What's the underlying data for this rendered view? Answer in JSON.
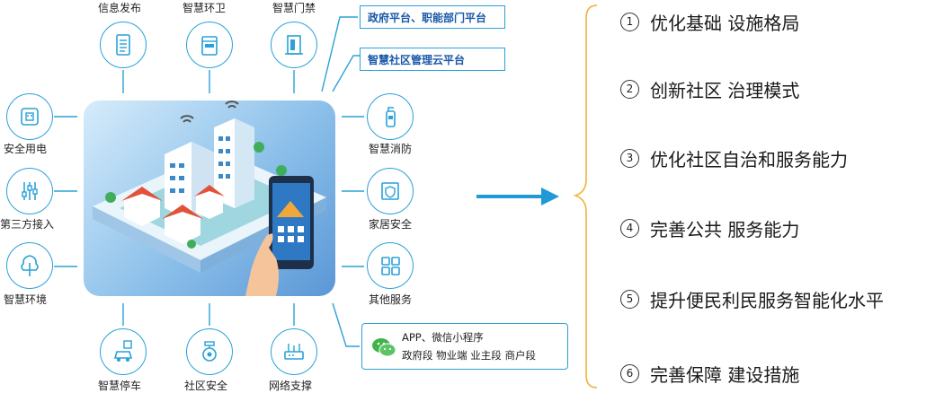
{
  "services": {
    "top": [
      {
        "label": "信息发布",
        "icon": "document-icon"
      },
      {
        "label": "智慧环卫",
        "icon": "sanitation-icon"
      },
      {
        "label": "智慧门禁",
        "icon": "access-control-icon"
      }
    ],
    "left": [
      {
        "label": "安全用电",
        "icon": "power-outlet-icon"
      },
      {
        "label": "第三方接入",
        "icon": "sliders-icon"
      },
      {
        "label": "智慧环境",
        "icon": "tree-icon"
      }
    ],
    "right": [
      {
        "label": "智慧消防",
        "icon": "fire-extinguisher-icon"
      },
      {
        "label": "家居安全",
        "icon": "home-security-icon"
      },
      {
        "label": "其他服务",
        "icon": "grid-icon"
      }
    ],
    "bottom": [
      {
        "label": "智慧停车",
        "icon": "car-icon"
      },
      {
        "label": "社区安全",
        "icon": "camera-icon"
      },
      {
        "label": "网络支撑",
        "icon": "router-icon"
      }
    ]
  },
  "platforms": {
    "gov": "政府平台、职能部门平台",
    "cloud": "智慧社区管理云平台",
    "app_line1": "APP、微信小程序",
    "app_line2": "政府段 物业端 业主段 商户段",
    "app_icon": "wechat-icon"
  },
  "goals": [
    {
      "num": "1",
      "text": "优化基础 设施格局"
    },
    {
      "num": "2",
      "text": "创新社区 治理模式"
    },
    {
      "num": "3",
      "text": "优化社区自治和服务能力"
    },
    {
      "num": "4",
      "text": "完善公共 服务能力"
    },
    {
      "num": "5",
      "text": "提升便民利民服务智能化水平"
    },
    {
      "num": "6",
      "text": "完善保障 建设措施"
    }
  ],
  "colors": {
    "accent": "#2aa1d8",
    "platform_text": "#1a58a8",
    "brace": "#f0b23a",
    "arrow": "#1f9ad6"
  }
}
